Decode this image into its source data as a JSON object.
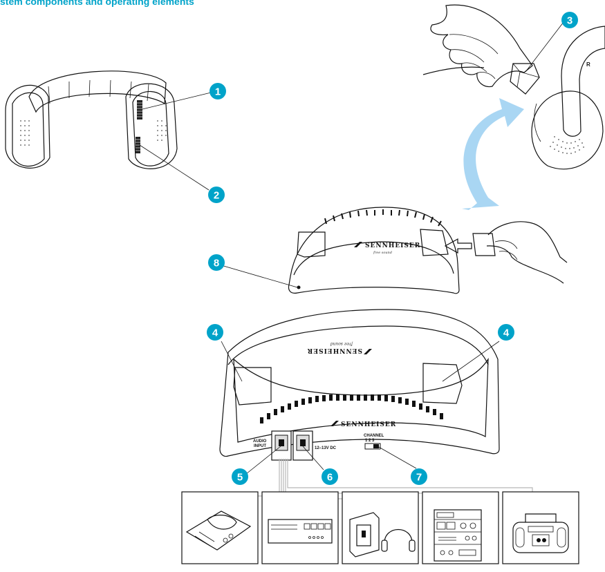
{
  "title": "stem components and operating elements",
  "callouts": [
    "1",
    "2",
    "3",
    "4",
    "4",
    "5",
    "6",
    "7",
    "8"
  ],
  "headphone_side_label": "R",
  "transmitter": {
    "brand": "SENNHEISER",
    "brand_sub": "free sound",
    "audio_input_line1": "AUDIO",
    "audio_input_line2": "INPUT",
    "dc_label": "12–13V DC",
    "channel_label": "CHANNEL",
    "channel_numbers": "1  2  3"
  },
  "colors": {
    "accent": "#00a3c9",
    "arrow": "#a9d6f3"
  },
  "sources": [
    "portable-cd-player-icon",
    "tuner-deck-icon",
    "tv-with-headphones-icon",
    "hifi-stack-icon",
    "boombox-icon"
  ]
}
